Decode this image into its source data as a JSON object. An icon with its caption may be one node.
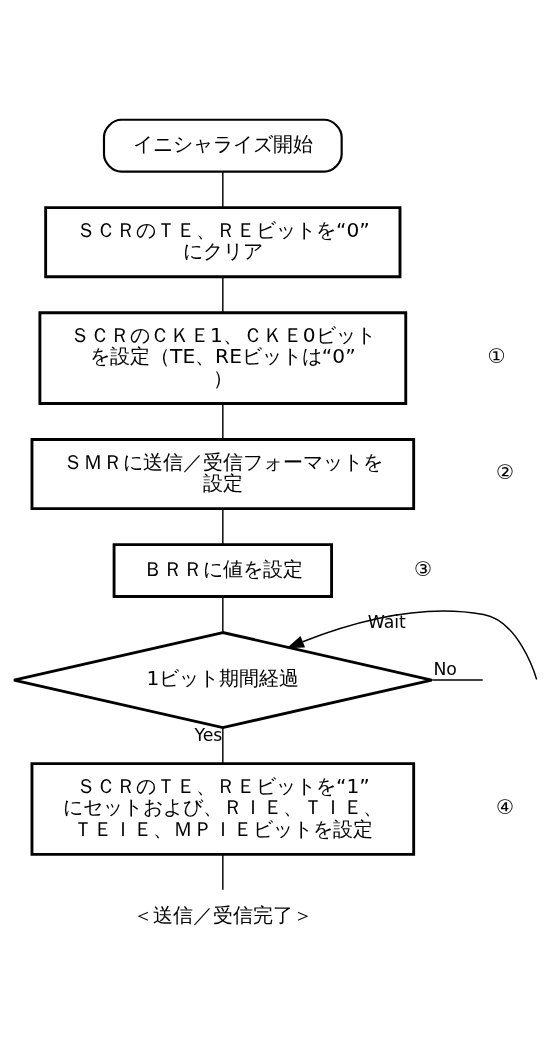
{
  "diagram": {
    "nodes": [
      {
        "text": [
          "イニシャライズ開始"
        ]
      },
      {
        "text": [
          "ＳＣＲのＴＥ、ＲＥビットを“0”にクリア"
        ]
      },
      {
        "text": [
          "ＳＣＲのＣＫＥ1、ＣＫＥ0ビットを設定（TE、REビットは“0”）"
        ],
        "beside": [
          "①"
        ]
      },
      {
        "text": [
          "ＳＭＲに送信／受信フォーマットを設定"
        ],
        "beside": [
          "②"
        ]
      },
      {
        "text": [
          "ＢＲＲに値を設定"
        ],
        "beside": [
          "③"
        ]
      },
      {
        "text": [
          "1ビット期間経過"
        ]
      },
      {
        "text": [
          "ＳＣＲのＴＥ、ＲＥビットを“1”にセットおよび、ＲＩＥ、ＴＩＥ、ＴＥＩＥ、ＭＰＩＥビットを設定"
        ],
        "beside": [
          "④"
        ]
      },
      {
        "text": [
          "＜送信／受信完了＞"
        ]
      }
    ],
    "edges": [
      {
        "from": 0,
        "to": 1,
        "arrow": "none"
      },
      {
        "from": 1,
        "to": 2,
        "arrow": "none"
      },
      {
        "from": 2,
        "to": 3,
        "arrow": "none"
      },
      {
        "from": 3,
        "to": 4,
        "arrow": "none"
      },
      {
        "from": 4,
        "to": 5,
        "arrow": "none"
      },
      {
        "from": null,
        "to": 5,
        "arrow": "to",
        "label": "Wait"
      },
      {
        "from": 5,
        "to": null,
        "arrow": "none",
        "label": "No"
      },
      {
        "from": 5,
        "to": 6,
        "arrow": "none",
        "label": "Yes"
      },
      {
        "from": 6,
        "to": 7,
        "arrow": "none"
      }
    ]
  }
}
